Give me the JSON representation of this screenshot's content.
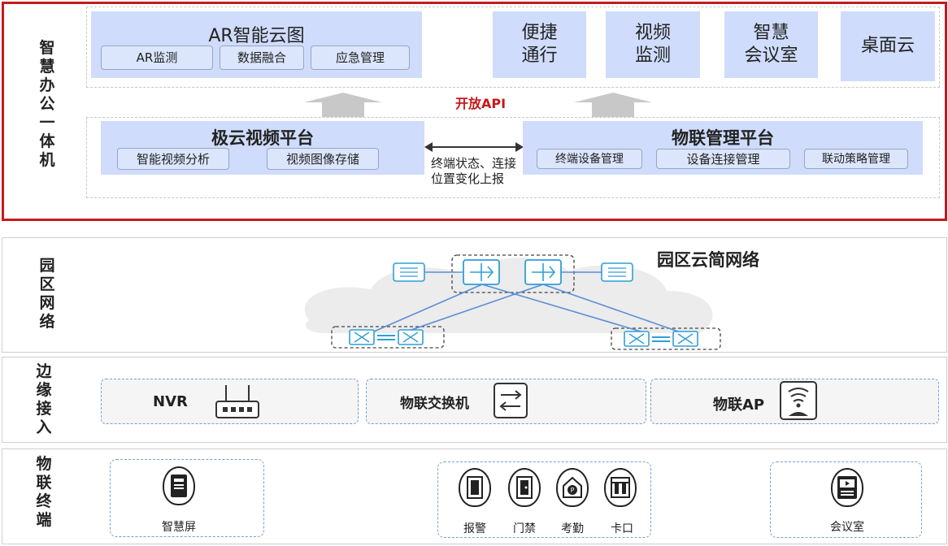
{
  "layers": {
    "office": "智慧办公一体机",
    "campus": "园区网络",
    "edge": "边缘接入",
    "terminal": "物联终端"
  },
  "apps": {
    "ar": {
      "title": "AR智能云图",
      "items": [
        "AR监测",
        "数据融合",
        "应急管理"
      ]
    },
    "tiles": [
      "便捷\n通行",
      "视频\n监测",
      "智慧\n会议室",
      "桌面云"
    ]
  },
  "api_label": "开放API",
  "video_platform": {
    "title": "极云视频平台",
    "items": [
      "智能视频分析",
      "视频图像存储"
    ]
  },
  "iot_platform": {
    "title": "物联管理平台",
    "items": [
      "终端设备管理",
      "设备连接管理",
      "联动策略管理"
    ]
  },
  "exchange_label": "终端状态、连接位置变化上报",
  "campus_title": "园区云简网络",
  "edge_devices": [
    "NVR",
    "物联交换机",
    "物联AP"
  ],
  "terminals": {
    "left": "智慧屏",
    "middle": [
      "报警",
      "门禁",
      "考勤",
      "卡口"
    ],
    "right": "会议室"
  },
  "colors": {
    "accent_red": "#c41a1a",
    "platform_blue": "#cfdcfb",
    "net_blue": "#2e9fd9"
  },
  "icons": [
    "router-icon",
    "switch-icon",
    "ap-icon",
    "screen-icon",
    "alarm-icon",
    "door-icon",
    "attendance-icon",
    "gate-icon",
    "meeting-icon"
  ]
}
